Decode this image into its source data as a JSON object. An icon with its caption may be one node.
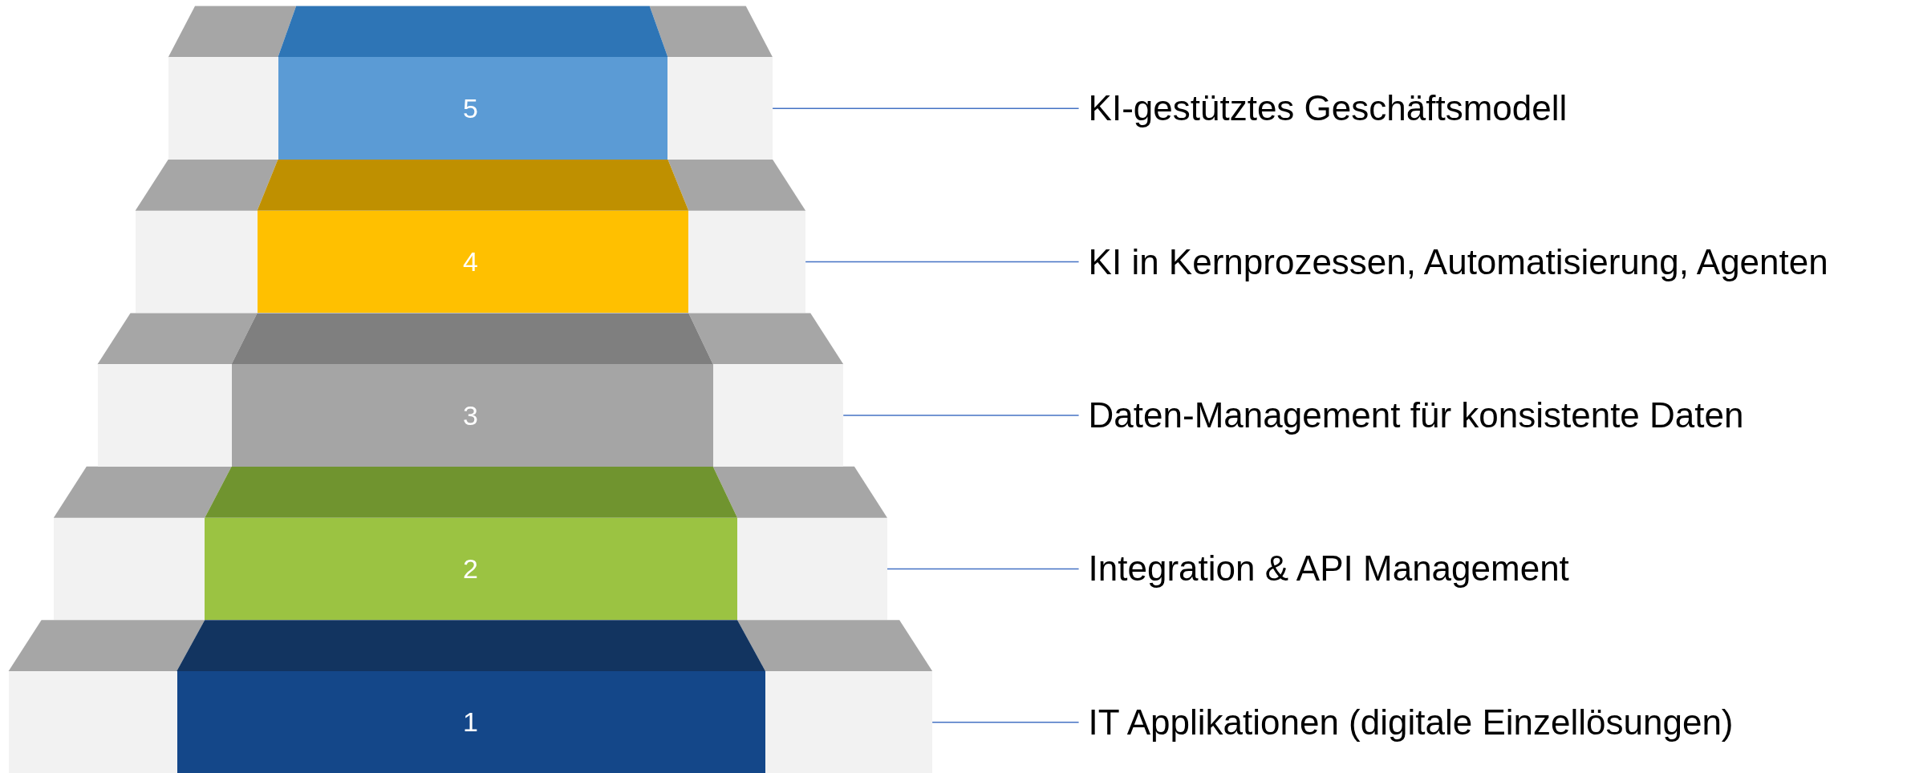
{
  "diagram": {
    "nodes": [
      {
        "text": [
          "5"
        ]
      },
      {
        "text": [
          "4"
        ]
      },
      {
        "text": [
          "3"
        ]
      },
      {
        "text": [
          "2"
        ]
      },
      {
        "text": [
          "1"
        ]
      },
      {
        "text": [
          "KI-gestütztes Geschäftsmodell"
        ]
      },
      {
        "text": [
          "KI in Kernprozessen, Automatisierung, Agenten"
        ]
      },
      {
        "text": [
          "Daten-Management für konsistente Daten"
        ]
      },
      {
        "text": [
          "Integration & API Management"
        ]
      },
      {
        "text": [
          "IT Applikationen (digitale Einzellösungen)"
        ]
      }
    ],
    "edges": [
      {
        "from": 0,
        "to": 5,
        "arrow": "none"
      },
      {
        "from": 1,
        "to": 6,
        "arrow": "none"
      },
      {
        "from": 2,
        "to": 7,
        "arrow": "none"
      },
      {
        "from": 3,
        "to": 8,
        "arrow": "none"
      },
      {
        "from": 4,
        "to": 9,
        "arrow": "none"
      }
    ]
  }
}
